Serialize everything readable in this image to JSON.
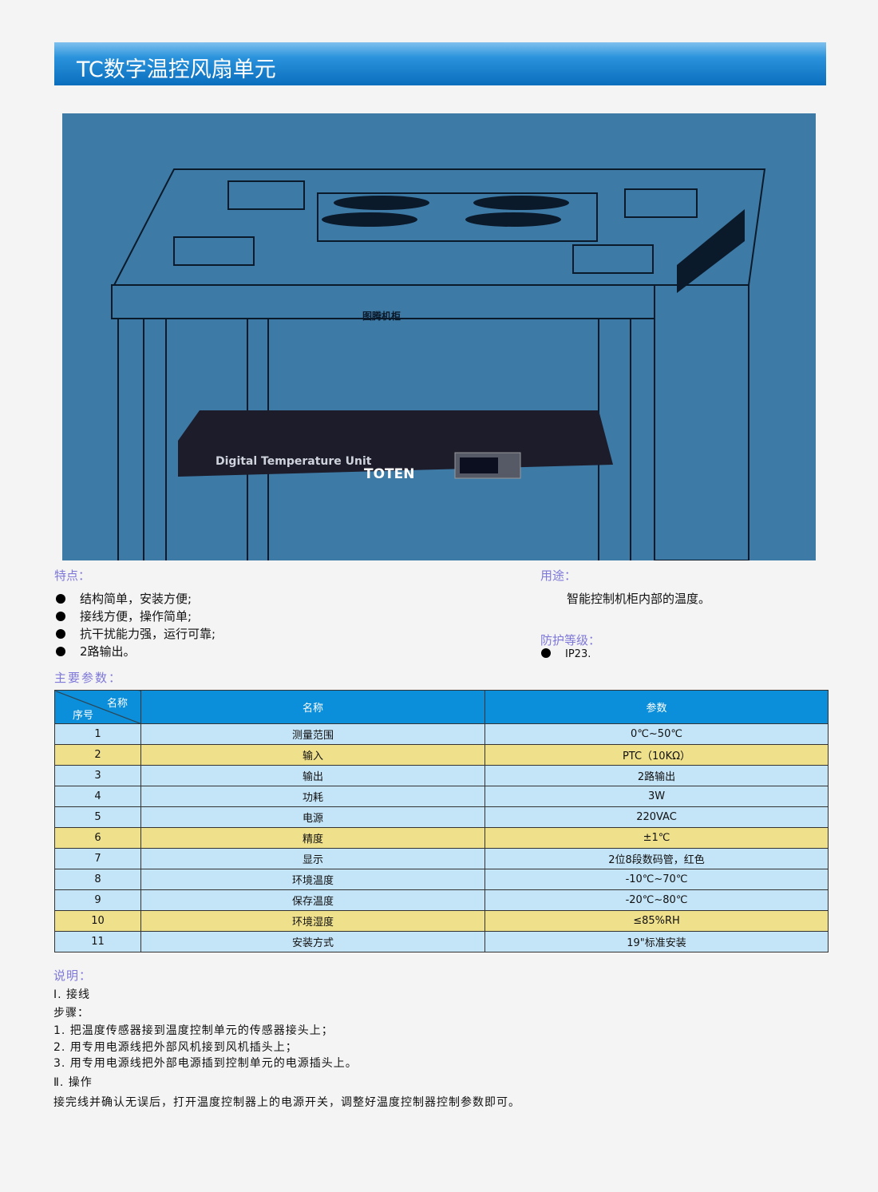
{
  "title": "TC数字温控风扇单元",
  "photo": {
    "brand_rack": "图腾机柜",
    "device_label": "Digital Temperature Unit",
    "device_brand": "TOTEN"
  },
  "features": {
    "label": "特点：",
    "items": [
      "结构简单，安装方便;",
      "接线方便，操作简单;",
      "抗干扰能力强，运行可靠;",
      "2路输出。"
    ]
  },
  "usage": {
    "label": "用途：",
    "text": "智能控制机柜内部的温度。"
  },
  "protection": {
    "label": "防护等级：",
    "items": [
      "IP23."
    ]
  },
  "params": {
    "label": "主要参数：",
    "corner_top": "名称",
    "corner_bottom": "序号",
    "col_name": "名称",
    "col_value": "参数",
    "rows": [
      {
        "n": "1",
        "name": "测量范围",
        "value": "0℃~50℃",
        "hl": false
      },
      {
        "n": "2",
        "name": "输入",
        "value": "PTC（10KΩ）",
        "hl": true
      },
      {
        "n": "3",
        "name": "输出",
        "value": "2路输出",
        "hl": false
      },
      {
        "n": "4",
        "name": "功耗",
        "value": "3W",
        "hl": false
      },
      {
        "n": "5",
        "name": "电源",
        "value": "220VAC",
        "hl": false
      },
      {
        "n": "6",
        "name": "精度",
        "value": "±1℃",
        "hl": true
      },
      {
        "n": "7",
        "name": "显示",
        "value": "2位8段数码管，红色",
        "hl": false
      },
      {
        "n": "8",
        "name": "环境温度",
        "value": "-10℃~70℃",
        "hl": false
      },
      {
        "n": "9",
        "name": "保存温度",
        "value": "-20℃~80℃",
        "hl": false
      },
      {
        "n": "10",
        "name": "环境湿度",
        "value": "≤85%RH",
        "hl": true
      },
      {
        "n": "11",
        "name": "安装方式",
        "value": "19\"标准安装",
        "hl": false
      }
    ]
  },
  "notes": {
    "label": "说明：",
    "lines": [
      "Ⅰ. 接线",
      "步骤：",
      "1. 把温度传感器接到温度控制单元的传感器接头上；",
      "2. 用专用电源线把外部风机接到风机插头上；",
      "3. 用专用电源线把外部电源插到控制单元的电源插头上。",
      "Ⅱ. 操作",
      "接完线并确认无误后，打开温度控制器上的电源开关，调整好温度控制器控制参数即可。"
    ]
  }
}
